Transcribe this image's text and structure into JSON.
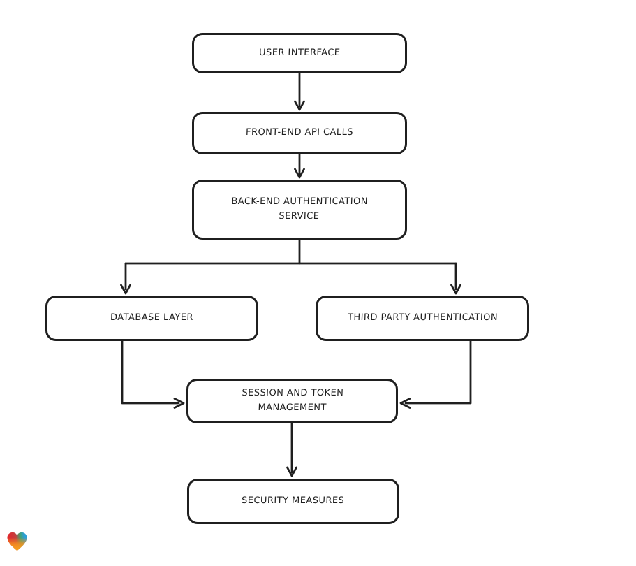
{
  "diagram": {
    "stroke_color": "#1f1f1f",
    "node_fill": "#ffffff",
    "background": "#ffffff",
    "nodes": {
      "user_interface": {
        "label": "USER INTERFACE"
      },
      "frontend_api_calls": {
        "label": "FRONT-END API CALLS"
      },
      "backend_auth_service": {
        "label": "BACK-END AUTHENTICATION\nSERVICE"
      },
      "database_layer": {
        "label": "DATABASE LAYER"
      },
      "third_party_auth": {
        "label": "THIRD PARTY AUTHENTICATION"
      },
      "session_token_management": {
        "label": "SESSION AND TOKEN\nMANAGEMENT"
      },
      "security_measures": {
        "label": "SECURITY MEASURES"
      }
    },
    "edges": [
      {
        "from": "user_interface",
        "to": "frontend_api_calls"
      },
      {
        "from": "frontend_api_calls",
        "to": "backend_auth_service"
      },
      {
        "from": "backend_auth_service",
        "to": "database_layer"
      },
      {
        "from": "backend_auth_service",
        "to": "third_party_auth"
      },
      {
        "from": "database_layer",
        "to": "session_token_management"
      },
      {
        "from": "third_party_auth",
        "to": "session_token_management"
      },
      {
        "from": "session_token_management",
        "to": "security_measures"
      }
    ],
    "logo": {
      "shape": "heart",
      "colors": {
        "left": "#e3242b",
        "right": "#2a9fd8",
        "bottom": "#f6921e"
      }
    }
  }
}
